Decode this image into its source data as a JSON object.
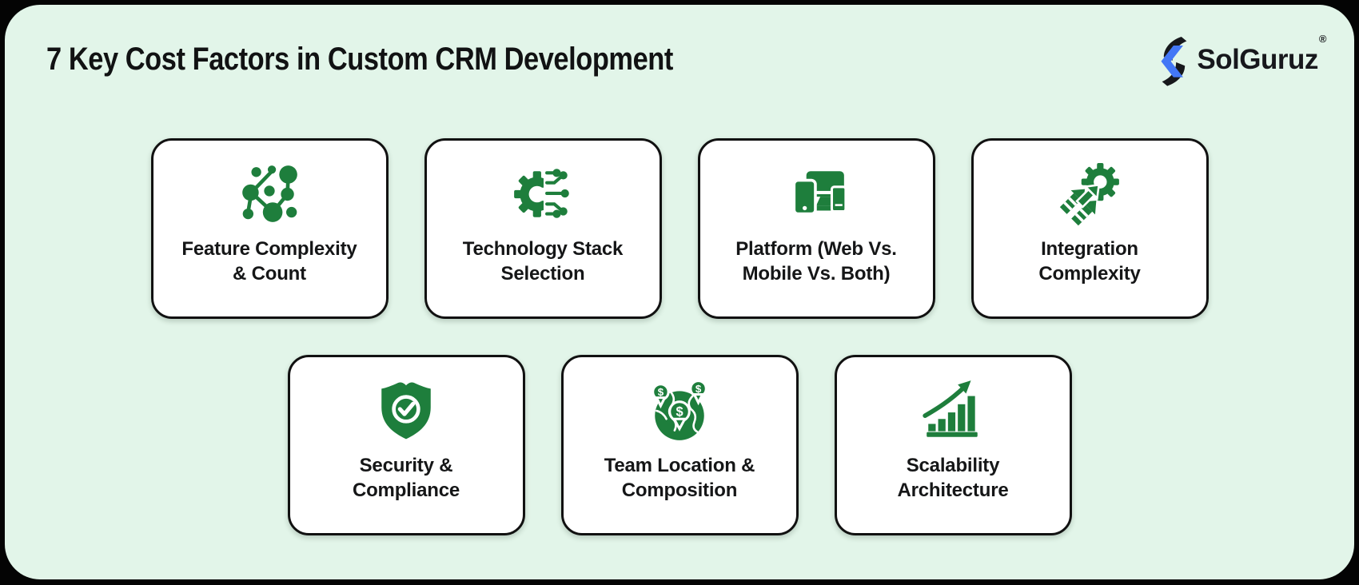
{
  "header": {
    "title": "7 Key Cost Factors in Custom CRM Development"
  },
  "logo": {
    "text": "SolGuruz",
    "registered": "®",
    "icon": "solguruz-bolt-icon",
    "brand_blue": "#4377f6",
    "brand_black": "#17181c"
  },
  "theme": {
    "panel_background": "#e2f5e9",
    "frame_background": "#040404",
    "icon_green": "#1e7e3c",
    "card_background": "#ffffff",
    "card_border": "#111111",
    "text_color": "#151617"
  },
  "icons": {
    "dollar_glyph": "$"
  },
  "cards": [
    {
      "icon": "network-nodes-icon",
      "lines": [
        "Feature Complexity",
        "& Count"
      ]
    },
    {
      "icon": "gear-circuit-icon",
      "lines": [
        "Technology Stack",
        "Selection"
      ]
    },
    {
      "icon": "devices-icon",
      "lines": [
        "Platform (Web Vs.",
        "Mobile Vs. Both)"
      ]
    },
    {
      "icon": "arrows-into-gear-icon",
      "lines": [
        "Integration",
        "Complexity"
      ]
    },
    {
      "icon": "shield-check-icon",
      "lines": [
        "Security &",
        "Compliance"
      ]
    },
    {
      "icon": "globe-dollar-pins-icon",
      "lines": [
        "Team Location &",
        "Composition"
      ]
    },
    {
      "icon": "growth-bars-arrow-icon",
      "lines": [
        "Scalability",
        "Architecture"
      ]
    }
  ]
}
